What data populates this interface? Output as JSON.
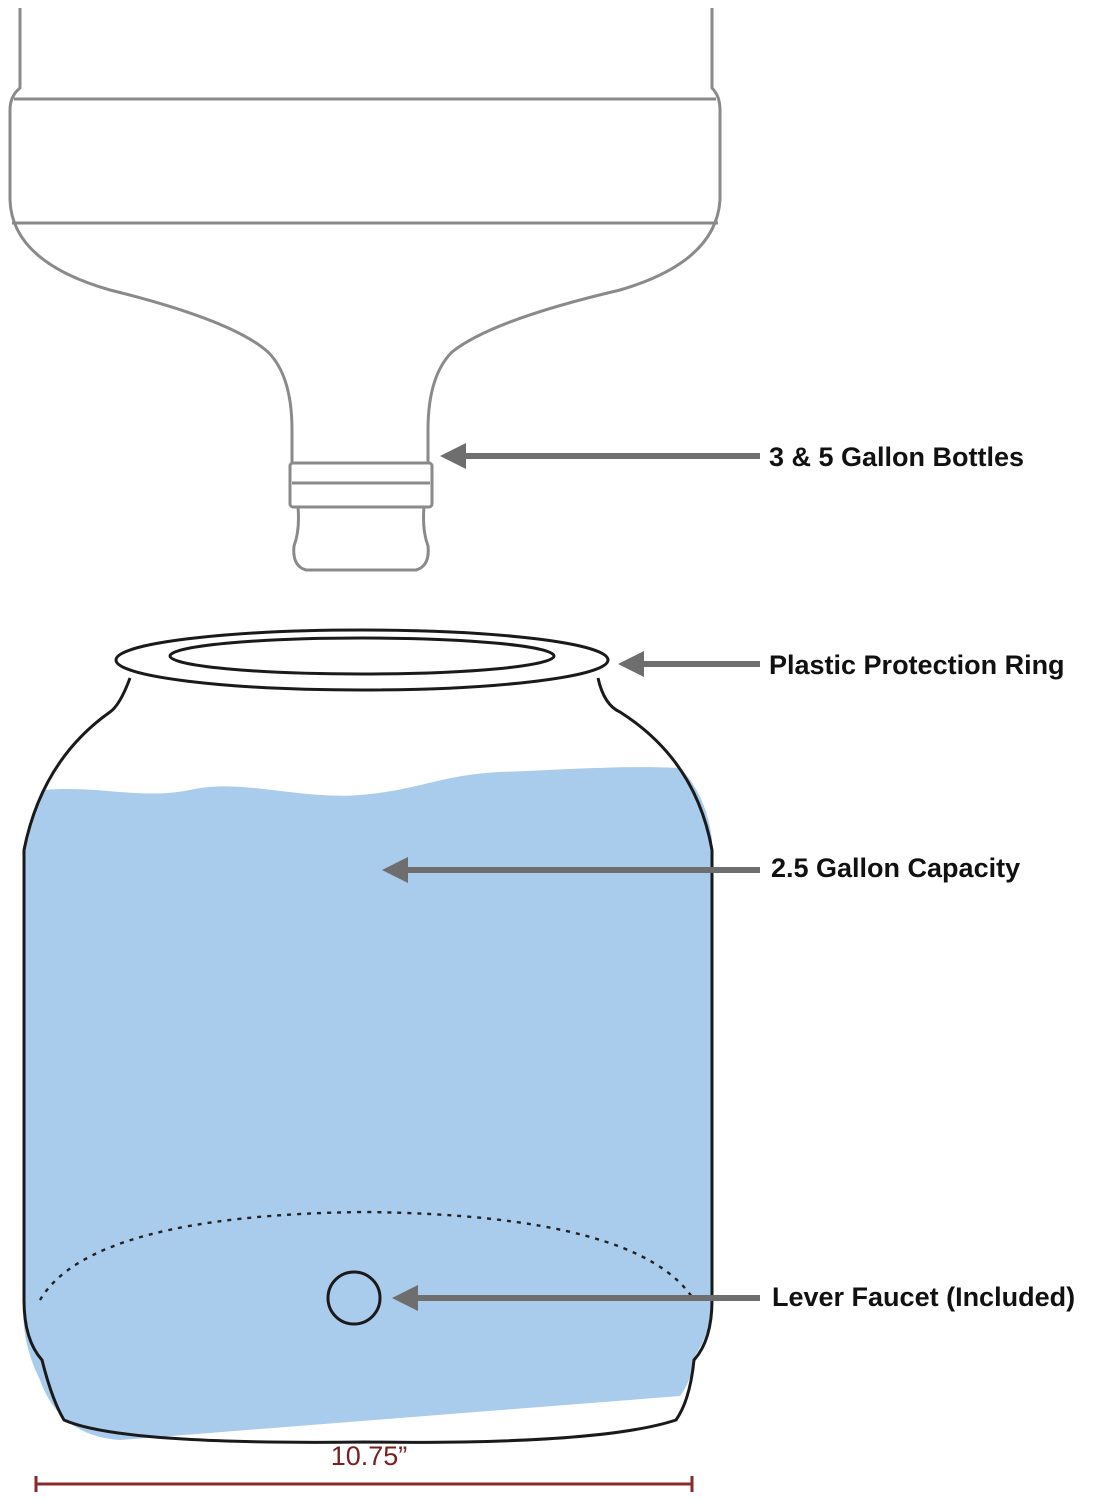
{
  "labels": {
    "bottles": "3 & 5 Gallon Bottles",
    "ring": "Plastic Protection Ring",
    "capacity": "2.5 Gallon Capacity",
    "faucet": "Lever Faucet (Included)"
  },
  "dimension": {
    "width_label": "10.75”"
  },
  "colors": {
    "water": "#a9cbec",
    "outline": "#1a1a1a",
    "bottle_outline": "#8a8a8a",
    "arrow": "#6e6e6e",
    "dimension": "#8b2a2a"
  }
}
